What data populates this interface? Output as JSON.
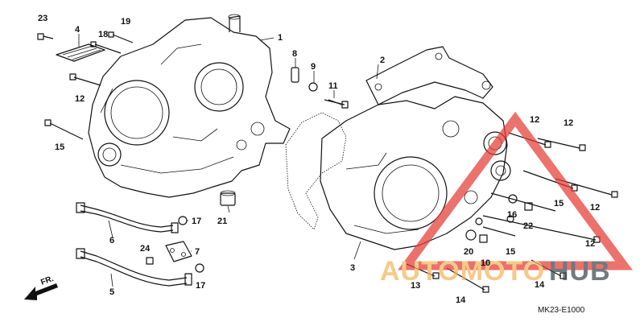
{
  "diagram": {
    "drawing_code": "MK23-E1000",
    "front_label": "FR.",
    "callouts": [
      "1",
      "2",
      "3",
      "4",
      "5",
      "6",
      "7",
      "8",
      "9",
      "10",
      "11",
      "12",
      "12",
      "12",
      "12",
      "12",
      "13",
      "14",
      "14",
      "15",
      "15",
      "15",
      "16",
      "17",
      "17",
      "18",
      "19",
      "20",
      "21",
      "22",
      "23",
      "24"
    ]
  },
  "watermark": {
    "text_part1": "AUTOMOTO",
    "text_part2": "HUB",
    "color_part1": "#f2b65a",
    "color_part2": "#3d4650",
    "triangle_color": "#e43b34"
  }
}
